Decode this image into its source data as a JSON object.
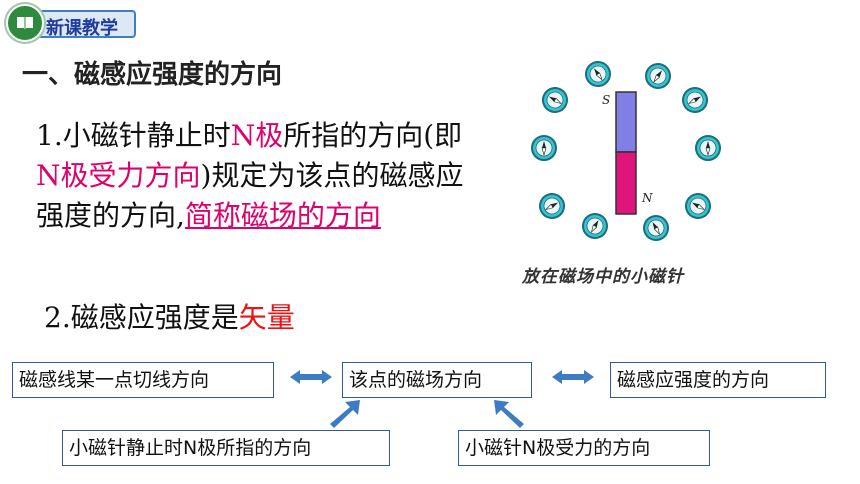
{
  "badge": {
    "label": "新课教学"
  },
  "heading": "一、磁感应强度的方向",
  "point1": {
    "t1": "1.小磁针静止时",
    "t2": "N极",
    "t3": "所指的方向(即",
    "t4": "N极受力方向",
    "t5": ")规定为该点的磁感应强度的方向,",
    "t6": "简称磁场的方向"
  },
  "point2": {
    "t1": "2.磁感应强度是",
    "t2": "矢量"
  },
  "figure": {
    "magnet_s": "S",
    "magnet_n": "N",
    "caption": "放在磁场中的小磁针"
  },
  "flow": {
    "box1": "磁感线某一点切线方向",
    "box2": "该点的磁场方向",
    "box3": "磁感应强度的方向",
    "box4": "小磁针静止时N极所指的方向",
    "box5": "小磁针N极受力的方向"
  },
  "colors": {
    "accent_red": "#e0006b",
    "vector_red": "#ee1111",
    "arrow_blue": "#3d7cc4",
    "magnet_s": "#7f7fe6",
    "magnet_n": "#e0157c"
  }
}
